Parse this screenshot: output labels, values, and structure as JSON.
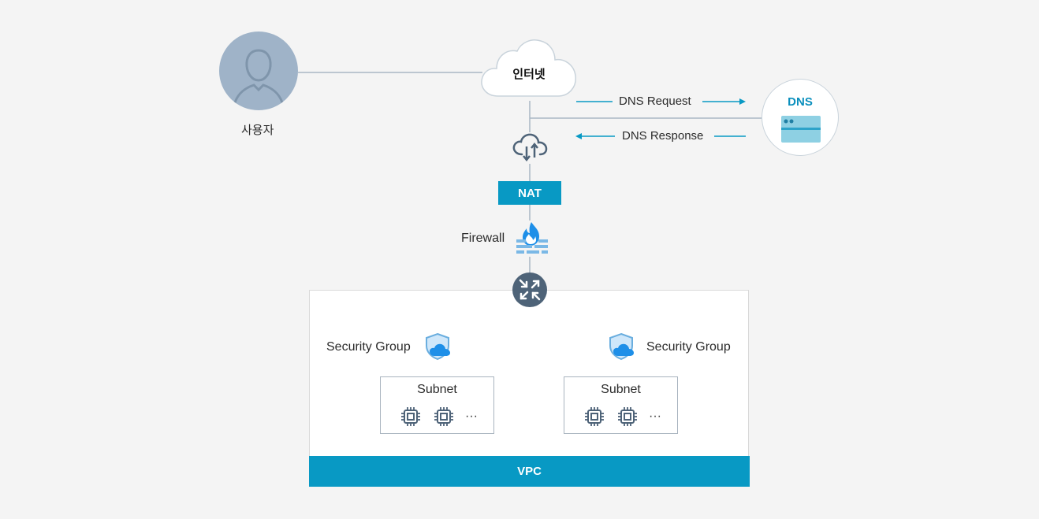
{
  "user": {
    "label": "사용자",
    "icon": "user-avatar-icon"
  },
  "internet": {
    "label": "인터넷",
    "icon": "cloud-icon"
  },
  "dns": {
    "title": "DNS",
    "icon": "server-icon",
    "request_label": "DNS Request",
    "response_label": "DNS Response"
  },
  "gateway": {
    "icon": "cloud-upload-download-icon"
  },
  "nat": {
    "label": "NAT"
  },
  "firewall": {
    "label": "Firewall",
    "icon": "firewall-icon"
  },
  "router": {
    "icon": "router-icon"
  },
  "vpc": {
    "label": "VPC",
    "security_groups": [
      {
        "label": "Security Group",
        "icon": "shield-cloud-icon"
      },
      {
        "label": "Security Group",
        "icon": "shield-cloud-icon"
      }
    ],
    "subnets": [
      {
        "label": "Subnet",
        "overflow": "···"
      },
      {
        "label": "Subnet",
        "overflow": "···"
      }
    ]
  },
  "colors": {
    "accent": "#0899c4",
    "line": "#a9b7c4",
    "user_bg": "#9fb3c8",
    "icon_dark": "#4e6378",
    "icon_blue": "#1e8fe8"
  }
}
